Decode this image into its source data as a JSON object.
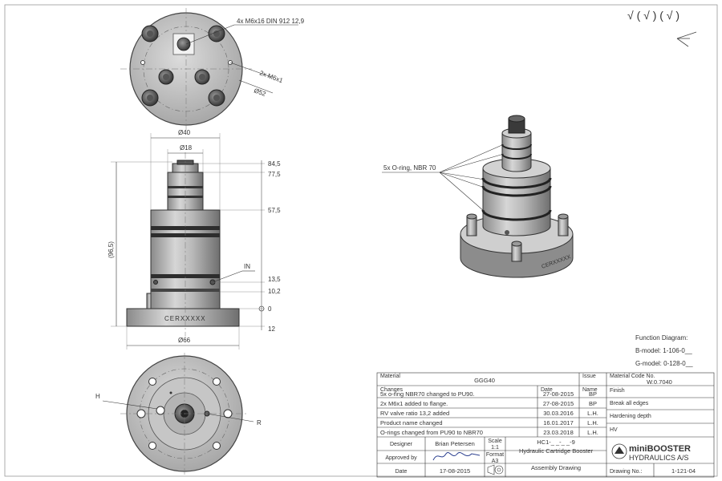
{
  "top_view": {
    "bolt_note": "4x M6x16 DIN 912 12,9",
    "thread_note": "2x M6x1",
    "dia_label": "Ø52"
  },
  "side_view": {
    "dia_top": "Ø40",
    "dia_stem": "Ø18",
    "dia_base": "Ø66",
    "overall_height": "(96,5)",
    "heights": [
      "84,5",
      "77,5",
      "57,5",
      "13,5",
      "10,2",
      "0",
      "12"
    ],
    "port_in": "IN",
    "engraving": "CERXXXXX"
  },
  "bottom_view": {
    "port_h": "H",
    "port_r": "R"
  },
  "iso_view": {
    "oring_note": "5x O-ring, NBR 70",
    "engraving": "CERXXXXX"
  },
  "surface_symbols": "√ ( √ ) ( √ )",
  "function_diagram": {
    "title": "Function Diagram:",
    "b_model": "B-model: 1-106-0__",
    "g_model": "G-model: 0-128-0__"
  },
  "title_block": {
    "material_label": "Material",
    "material_value": "GGG40",
    "issue_label": "Issue",
    "material_code_label": "Material Code No.",
    "material_code_value": "W.0.7040",
    "changes_label": "Changes",
    "date_label": "Date",
    "name_label": "Name",
    "finish_label": "Finish",
    "break_edges_label": "Break all edges",
    "hardening_label": "Hardening depth",
    "hv_label": "HV",
    "changes": [
      {
        "text": "5x o-ring NBR70 changed to PU90.",
        "date": "27-08-2015",
        "name": "BP"
      },
      {
        "text": "2x M6x1 added to flange.",
        "date": "27-08-2015",
        "name": "BP"
      },
      {
        "text": "RV valve  ratio 13,2 added",
        "date": "30.03.2016",
        "name": "L.H."
      },
      {
        "text": "Product name changed",
        "date": "16.01.2017",
        "name": "L.H."
      },
      {
        "text": "O-rings changed from PU90 to NBR70",
        "date": "23.03.2018",
        "name": "L.H."
      }
    ],
    "designer_label": "Designer",
    "designer_value": "Brian Petersen",
    "approved_label": "Approved by",
    "date_row_label": "Date",
    "date_row_value": "17-08-2015",
    "scale_label": "Scale",
    "scale_value": "1:1",
    "format_label": "Format",
    "format_value": "A3",
    "part_number": "HC1-_ _-_ _-9",
    "part_name": "Hydraulic Cartridge Booster",
    "drawing_type": "Assembly Drawing",
    "company_line1": "miniBOOSTER",
    "company_line2": "HYDRAULICS A/S",
    "drawing_no_label": "Drawing No.:",
    "drawing_no_value": "1-121-04"
  }
}
